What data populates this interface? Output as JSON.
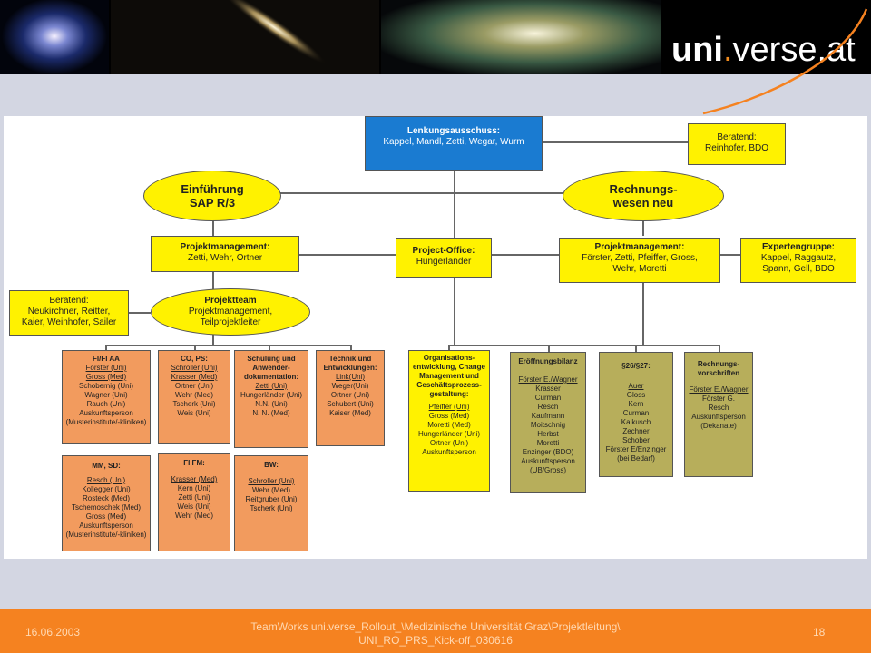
{
  "banner": {
    "logo": {
      "part1": "uni",
      "dot": ".",
      "part2": "verse.at"
    }
  },
  "chart": {
    "lenkung": {
      "title": "Lenkungsausschuss:",
      "lines": [
        "Kappel, Mandl, Zetti, Wegar, Wurm"
      ]
    },
    "beratend_top": {
      "lines": [
        "Beratend:",
        "Reinhofer, BDO"
      ]
    },
    "einfuehrung": {
      "lines": [
        "Einführung",
        "SAP R/3"
      ]
    },
    "rechnungswesen": {
      "lines": [
        "Rechnungs-",
        "wesen neu"
      ]
    },
    "pm_left": {
      "title": "Projektmanagement:",
      "lines": [
        "Zetti, Wehr, Ortner"
      ]
    },
    "project_office": {
      "title": "Project-Office:",
      "lines": [
        "Hungerländer"
      ]
    },
    "pm_right": {
      "title": "Projektmanagement:",
      "lines": [
        "Förster, Zetti, Pfeiffer, Gross,",
        "Wehr, Moretti"
      ]
    },
    "experten": {
      "title": "Expertengruppe:",
      "lines": [
        "Kappel, Raggautz,",
        "Spann, Gell, BDO"
      ]
    },
    "beratend_left": {
      "lines": [
        "Beratend:",
        "Neukirchner, Reitter,",
        "Kaier, Weinhofer, Sailer"
      ]
    },
    "projektteam": {
      "title": "Projektteam",
      "lines": [
        "Projektmanagement,",
        "Teilprojektleiter"
      ]
    },
    "fi_aa": {
      "title": "FI/FI AA",
      "lines": [
        "Förster (Uni)",
        "Gross (Med)",
        "Schobernig (Uni)",
        "Wagner (Uni)",
        "Rauch (Uni)",
        "Auskunftsperson",
        "(Musterinstitute/-kliniken)"
      ]
    },
    "co_ps": {
      "title": "CO, PS:",
      "lines": [
        "Schroller (Uni)",
        "Krasser (Med)",
        "Ortner (Uni)",
        "Wehr (Med)",
        "Tscherk (Uni)",
        "Weis (Uni)"
      ]
    },
    "schulung": {
      "title": "Schulung und Anwender-dokumentation:",
      "lines": [
        "Zetti (Uni)",
        "Hungerländer (Uni)",
        "N.N. (Uni)",
        "N. N. (Med)"
      ]
    },
    "technik": {
      "title": "Technik und Entwicklungen:",
      "lines": [
        "Link(Uni)",
        "Weger(Uni)",
        "Ortner (Uni)",
        "Schubert (Uni)",
        "Kaiser (Med)"
      ]
    },
    "orga": {
      "title": "Organisations-entwicklung, Change Management und Geschäftsprozess-gestaltung:",
      "lines": [
        "Pfeiffer (Uni)",
        "Gross (Med)",
        "Moretti (Med)",
        "Hungerländer (Uni)",
        "Ortner (Uni)",
        "Auskunftsperson"
      ]
    },
    "eroeffnung": {
      "title": "Eröffnungsbilanz",
      "lines": [
        "Förster E./Wagner",
        "Krasser",
        "Curman",
        "Resch",
        "Kaufmann",
        "Moitschnig",
        "Herbst",
        "Moretti",
        "Enzinger (BDO)",
        "Auskunftsperson",
        "(UB/Gross)"
      ]
    },
    "par26": {
      "title": "§26/§27:",
      "lines": [
        "Auer",
        "Gloss",
        "Kern",
        "Curman",
        "Kaikusch",
        "Zechner",
        "Schober",
        "Förster E/Enzinger",
        "(bei Bedarf)"
      ]
    },
    "rechnungsvor": {
      "title": "Rechnungs-vorschriften",
      "lines": [
        "Förster E./Wagner",
        "Förster G.",
        "Resch",
        "Auskunftsperson",
        "(Dekanate)"
      ]
    },
    "mm_sd": {
      "title": "MM, SD:",
      "lines": [
        "Resch (Uni)",
        "Kollegger (Uni)",
        "Rosteck (Med)",
        "Tschemoschek (Med)",
        "Gross (Med)",
        "Auskunftsperson",
        "(Musterinstitute/-kliniken)"
      ]
    },
    "fi_fm": {
      "title": "FI FM:",
      "lines": [
        "Krasser (Med)",
        "Kern (Uni)",
        "Zetti (Uni)",
        "Weis (Uni)",
        "Wehr (Med)"
      ]
    },
    "bw": {
      "title": "BW:",
      "lines": [
        "Schroller (Uni)",
        "Wehr (Med)",
        "Reitgruber (Uni)",
        "Tscherk (Uni)"
      ]
    }
  },
  "footer": {
    "date": "16.06.2003",
    "path_line1": "TeamWorks uni.verse_Rollout_\\Medizinische Universität Graz\\Projektleitung\\",
    "path_line2": "UNI_RO_PRS_Kick-off_030616",
    "page": "18"
  },
  "colors": {
    "accent": "#f58220",
    "yellow": "#fff200",
    "orange": "#f29b5e",
    "olive": "#b7ae5b",
    "blue": "#1a7bd1"
  }
}
